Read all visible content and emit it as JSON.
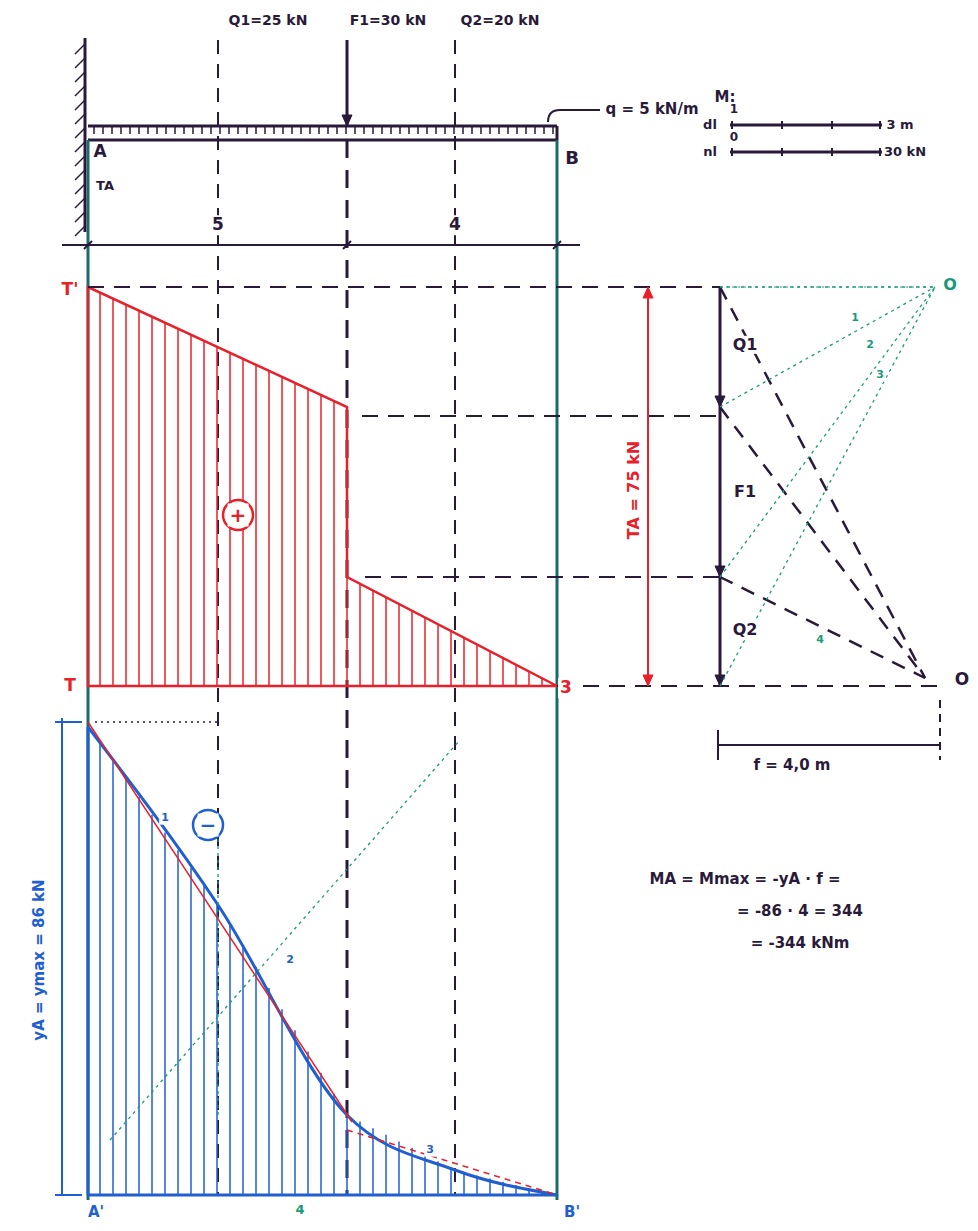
{
  "diagram": {
    "labels": [
      "Q1=25 kN",
      "F1=30 kN",
      "Q2=20 kN",
      "q = 5 kN/m",
      "A",
      "B",
      "TA",
      "M:",
      "dl",
      "1",
      "3 m",
      "nl",
      "0",
      "30 kN",
      "5",
      "4",
      "T'",
      "T",
      "3",
      "+",
      "Q1",
      "F1",
      "Q2",
      "TA = 75 kN",
      "O",
      "O",
      "1",
      "2",
      "3",
      "4",
      "f = 4,0 m",
      "−",
      "yA = ymax = 86 kN",
      "A'",
      "B'",
      "4",
      "1",
      "2",
      "3",
      "MA = Mmax = -yA · f =",
      "= -86 · 4 = 344",
      "= -344 kNm"
    ]
  }
}
